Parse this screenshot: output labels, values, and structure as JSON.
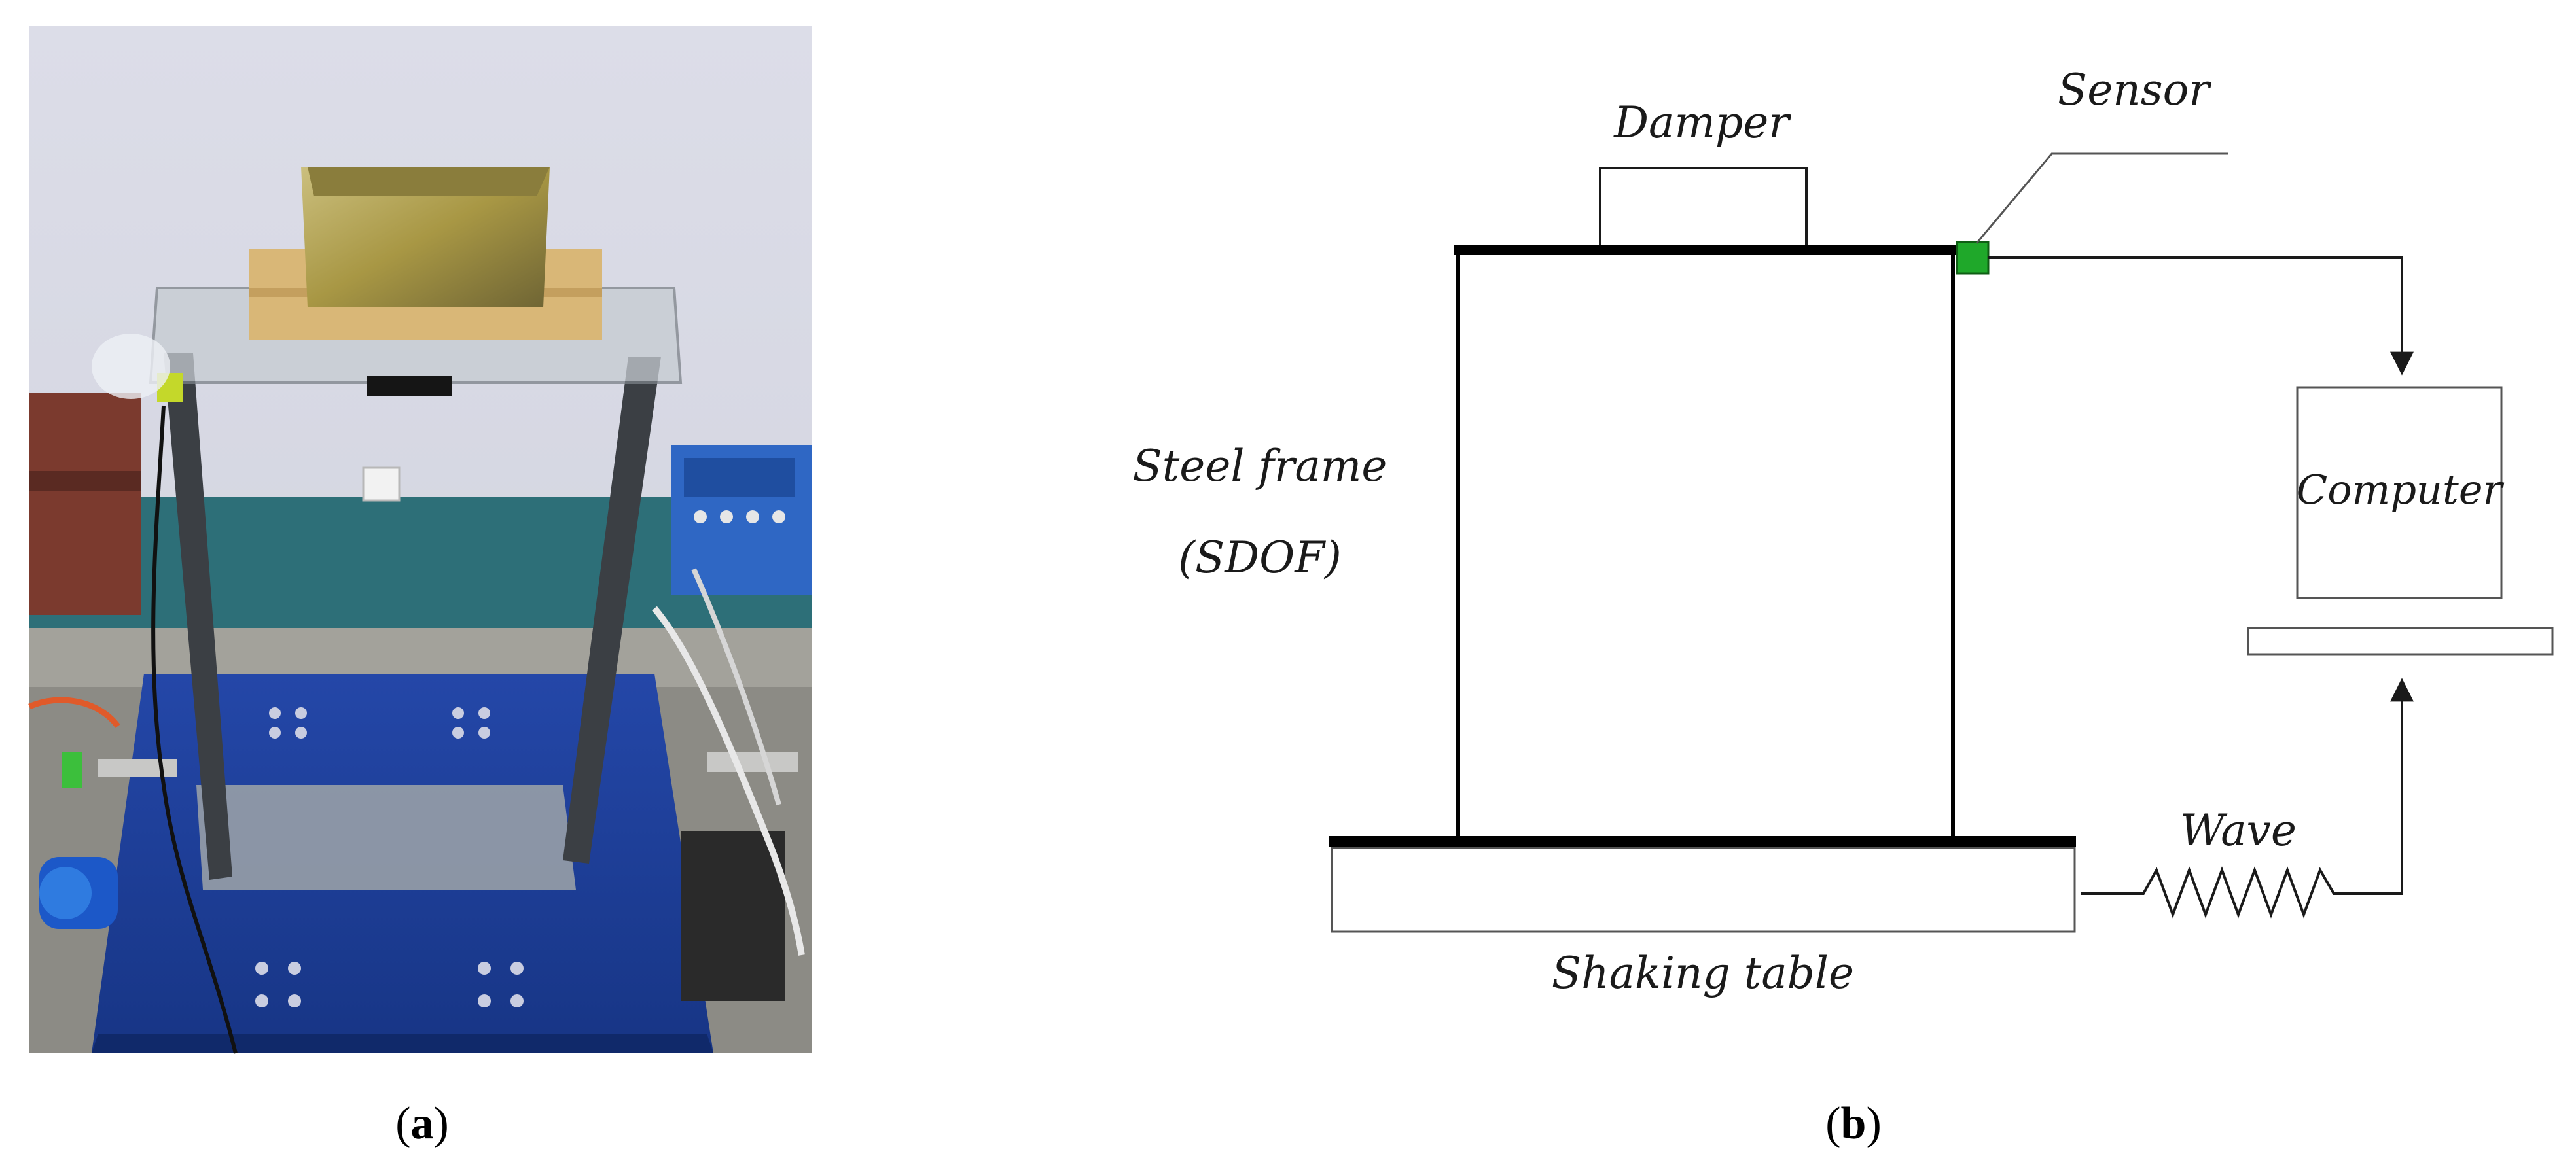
{
  "panel_a": {
    "caption_letter": "a"
  },
  "panel_b": {
    "caption_letter": "b",
    "labels": {
      "damper": "Damper",
      "sensor": "Sensor",
      "steel_frame": "Steel frame",
      "sdof": "(SDOF)",
      "computer": "Computer",
      "wave": "Wave",
      "shaking_table": "Shaking table"
    }
  },
  "colors": {
    "sensor": "#1fa82a",
    "photo_wall": "#d9dbe6",
    "photo_blue_table": "#1f3f9e",
    "photo_grey_bench": "#8a8a86",
    "photo_brass_box": "#b5a35a"
  }
}
